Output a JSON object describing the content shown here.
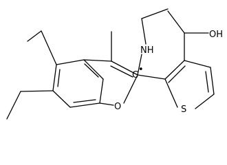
{
  "atoms": {
    "nh": "NH",
    "o_furan": "O",
    "s_thiophene": "S",
    "oh": "OH",
    "radical_carbon": "C"
  },
  "radical_dot": "•"
}
